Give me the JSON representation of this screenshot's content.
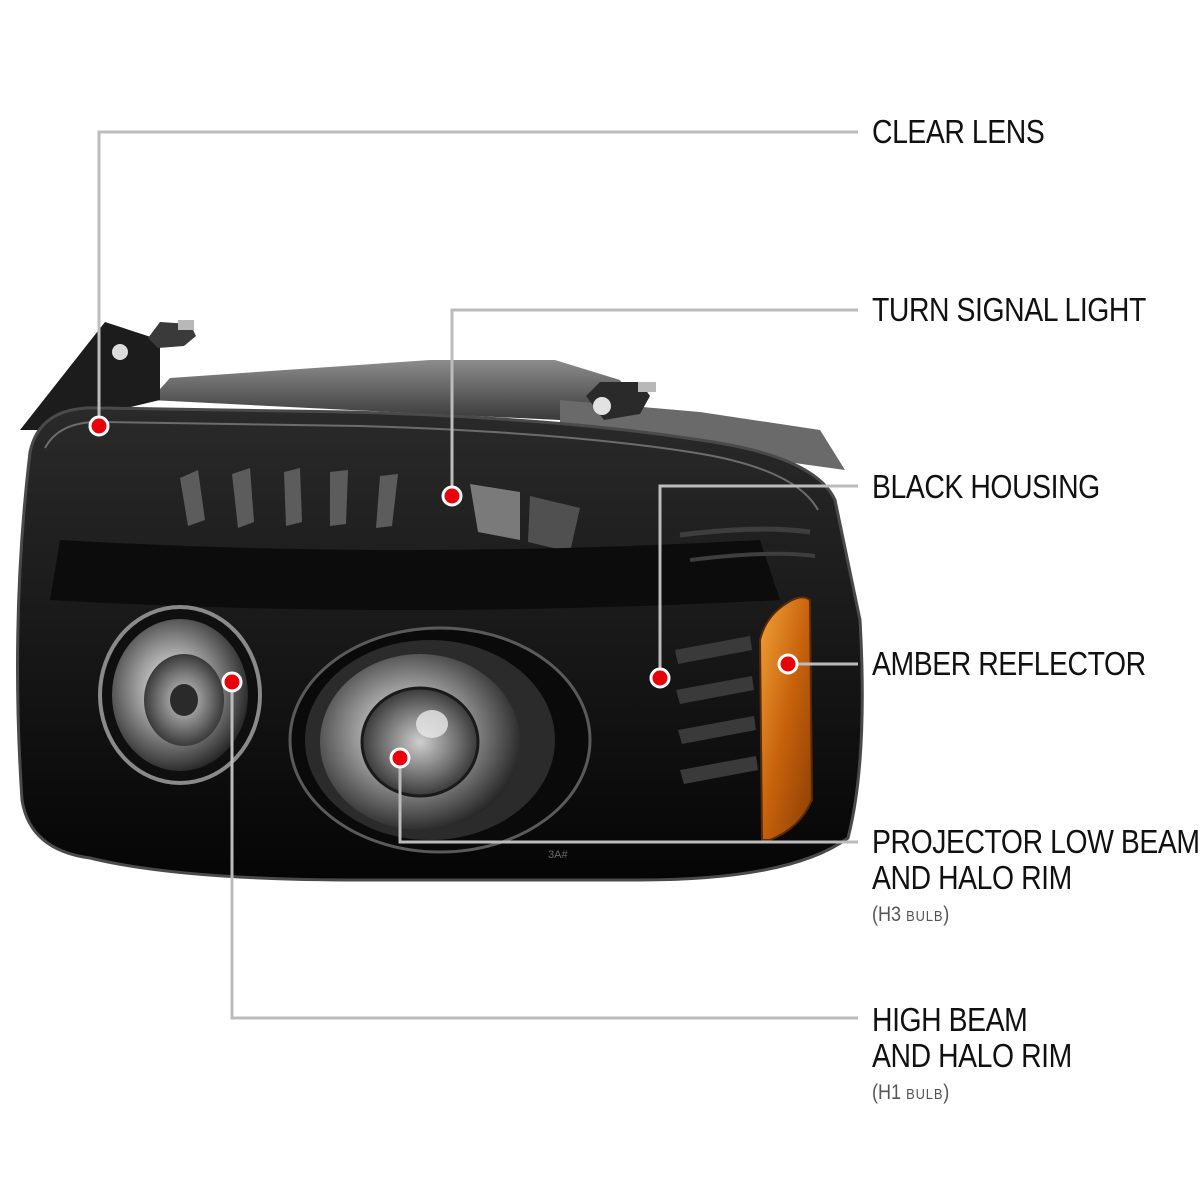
{
  "callouts": [
    {
      "id": "clear-lens",
      "lines": [
        "CLEAR LENS"
      ]
    },
    {
      "id": "turn-signal-light",
      "lines": [
        "TURN SIGNAL LIGHT"
      ]
    },
    {
      "id": "black-housing",
      "lines": [
        "BLACK HOUSING"
      ]
    },
    {
      "id": "amber-reflector",
      "lines": [
        "AMBER REFLECTOR"
      ]
    },
    {
      "id": "projector-low-beam",
      "lines": [
        "PROJECTOR LOW BEAM",
        "AND HALO RIM"
      ],
      "bulb": {
        "type": "H3",
        "word": "BULB"
      }
    },
    {
      "id": "high-beam",
      "lines": [
        "HIGH BEAM",
        "AND HALO RIM"
      ],
      "bulb": {
        "type": "H1",
        "word": "BULB"
      }
    }
  ],
  "lens_marking": "3A#",
  "colors": {
    "leader_line": "#bcbcbc",
    "marker_dot": "#e8000b",
    "housing": "#111111",
    "amber": "#d9730d",
    "label_text": "#111111"
  }
}
